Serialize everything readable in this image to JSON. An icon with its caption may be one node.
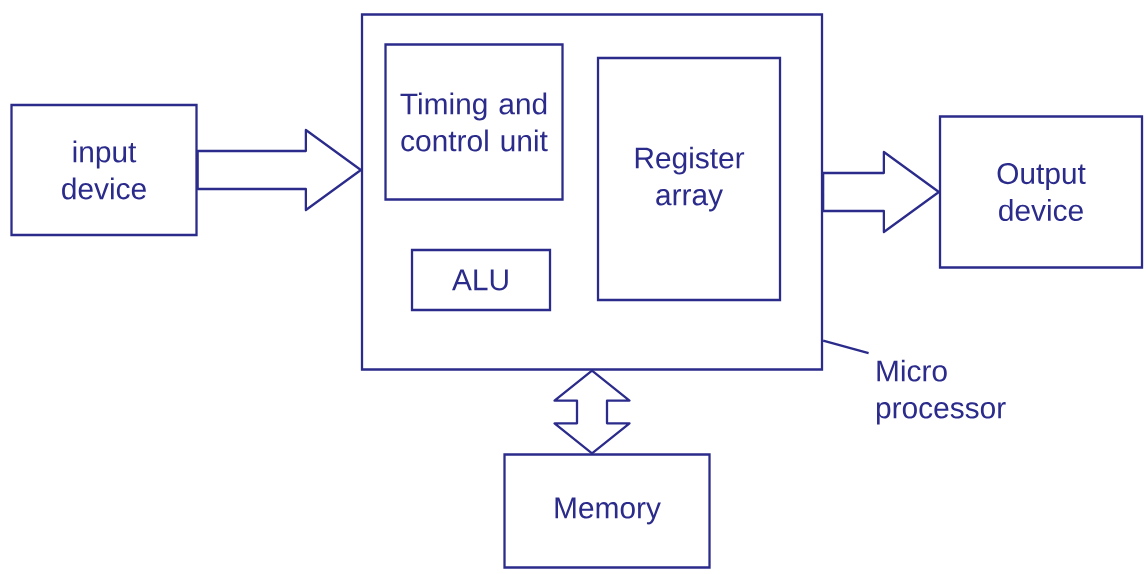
{
  "diagram": {
    "nodes": [
      {
        "text": [
          "input device"
        ]
      },
      {
        "text": [],
        "shape": "box"
      },
      {
        "text": [
          "Timing and control unit"
        ],
        "in": 1
      },
      {
        "text": [
          "Register array"
        ],
        "in": 1
      },
      {
        "text": [
          "ALU"
        ],
        "in": 1
      },
      {
        "text": [
          "Output device"
        ]
      },
      {
        "text": [
          "Micro processor"
        ]
      },
      {
        "text": [
          "Memory"
        ]
      }
    ],
    "edges": [
      {
        "from": 0,
        "to": 1,
        "arrow": "to"
      },
      {
        "from": 1,
        "to": 5,
        "arrow": "to"
      },
      {
        "from": 1,
        "to": 7,
        "arrow": "both"
      },
      {
        "from": 6,
        "to": 1,
        "arrow": "none"
      }
    ]
  }
}
